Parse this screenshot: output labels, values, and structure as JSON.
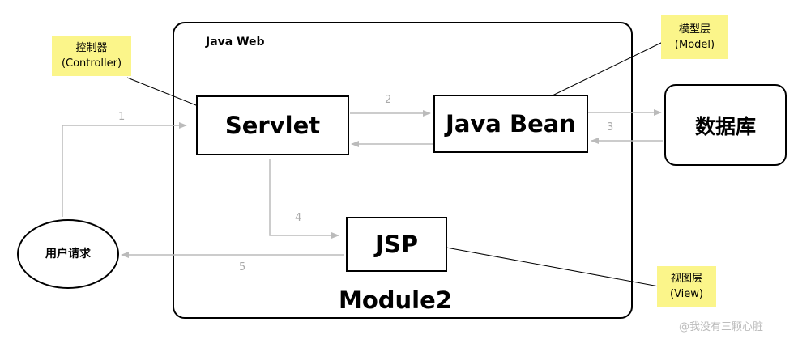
{
  "diagram": {
    "container_label": "Java Web",
    "module_label": "Module2",
    "nodes": {
      "servlet": "Servlet",
      "java_bean": "Java Bean",
      "jsp": "JSP",
      "database": "数据库",
      "user_request": "用户请求"
    },
    "annotations": {
      "controller": {
        "title": "控制器",
        "subtitle": "(Controller)"
      },
      "model": {
        "title": "模型层",
        "subtitle": "(Model)"
      },
      "view": {
        "title": "视图层",
        "subtitle": "(View)"
      }
    },
    "steps": [
      "1",
      "2",
      "3",
      "4",
      "5"
    ],
    "watermark": "@我没有三颗心脏"
  },
  "colors": {
    "annotation_bg": "#fbf58a",
    "arrow": "#bbbbbb",
    "step_label": "#aaaaaa",
    "border": "#000000"
  }
}
